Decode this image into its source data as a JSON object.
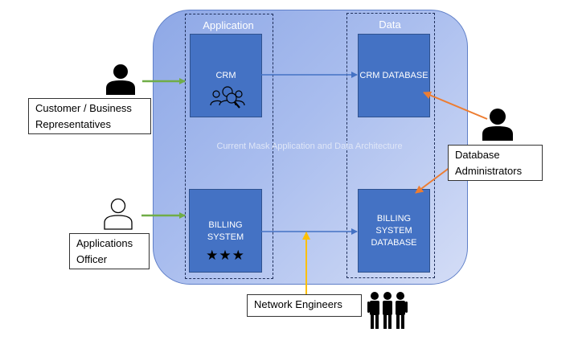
{
  "diagram": {
    "columns": {
      "application": "Application",
      "data": "Data"
    },
    "center_note": "Current Mask Application and Data Architecture",
    "nodes": {
      "crm": "CRM",
      "crm_database": "CRM DATABASE",
      "billing_line1": "BILLING",
      "billing_line2": "SYSTEM",
      "billing_db_line1": "BILLING",
      "billing_db_line2": "SYSTEM",
      "billing_db_line3": "DATABASE"
    },
    "stars": "★★★",
    "actors": {
      "customer_line1": "Customer / Business",
      "customer_line2": "Representatives",
      "apps_line1": "Applications",
      "apps_line2": "Officer",
      "dba_line1": "Database",
      "dba_line2": "Administrators",
      "network": "Network Engineers"
    },
    "icons": [
      "person-icon",
      "person-outline-icon",
      "group-icon",
      "search-people-icon"
    ],
    "colors": {
      "pane": "#8ea8e6",
      "node": "#4472c4",
      "user_arrow": "#70ad47",
      "admin_arrow": "#ed7d31",
      "network_arrow": "#ffc000",
      "flow_arrow": "#4472c4"
    }
  }
}
